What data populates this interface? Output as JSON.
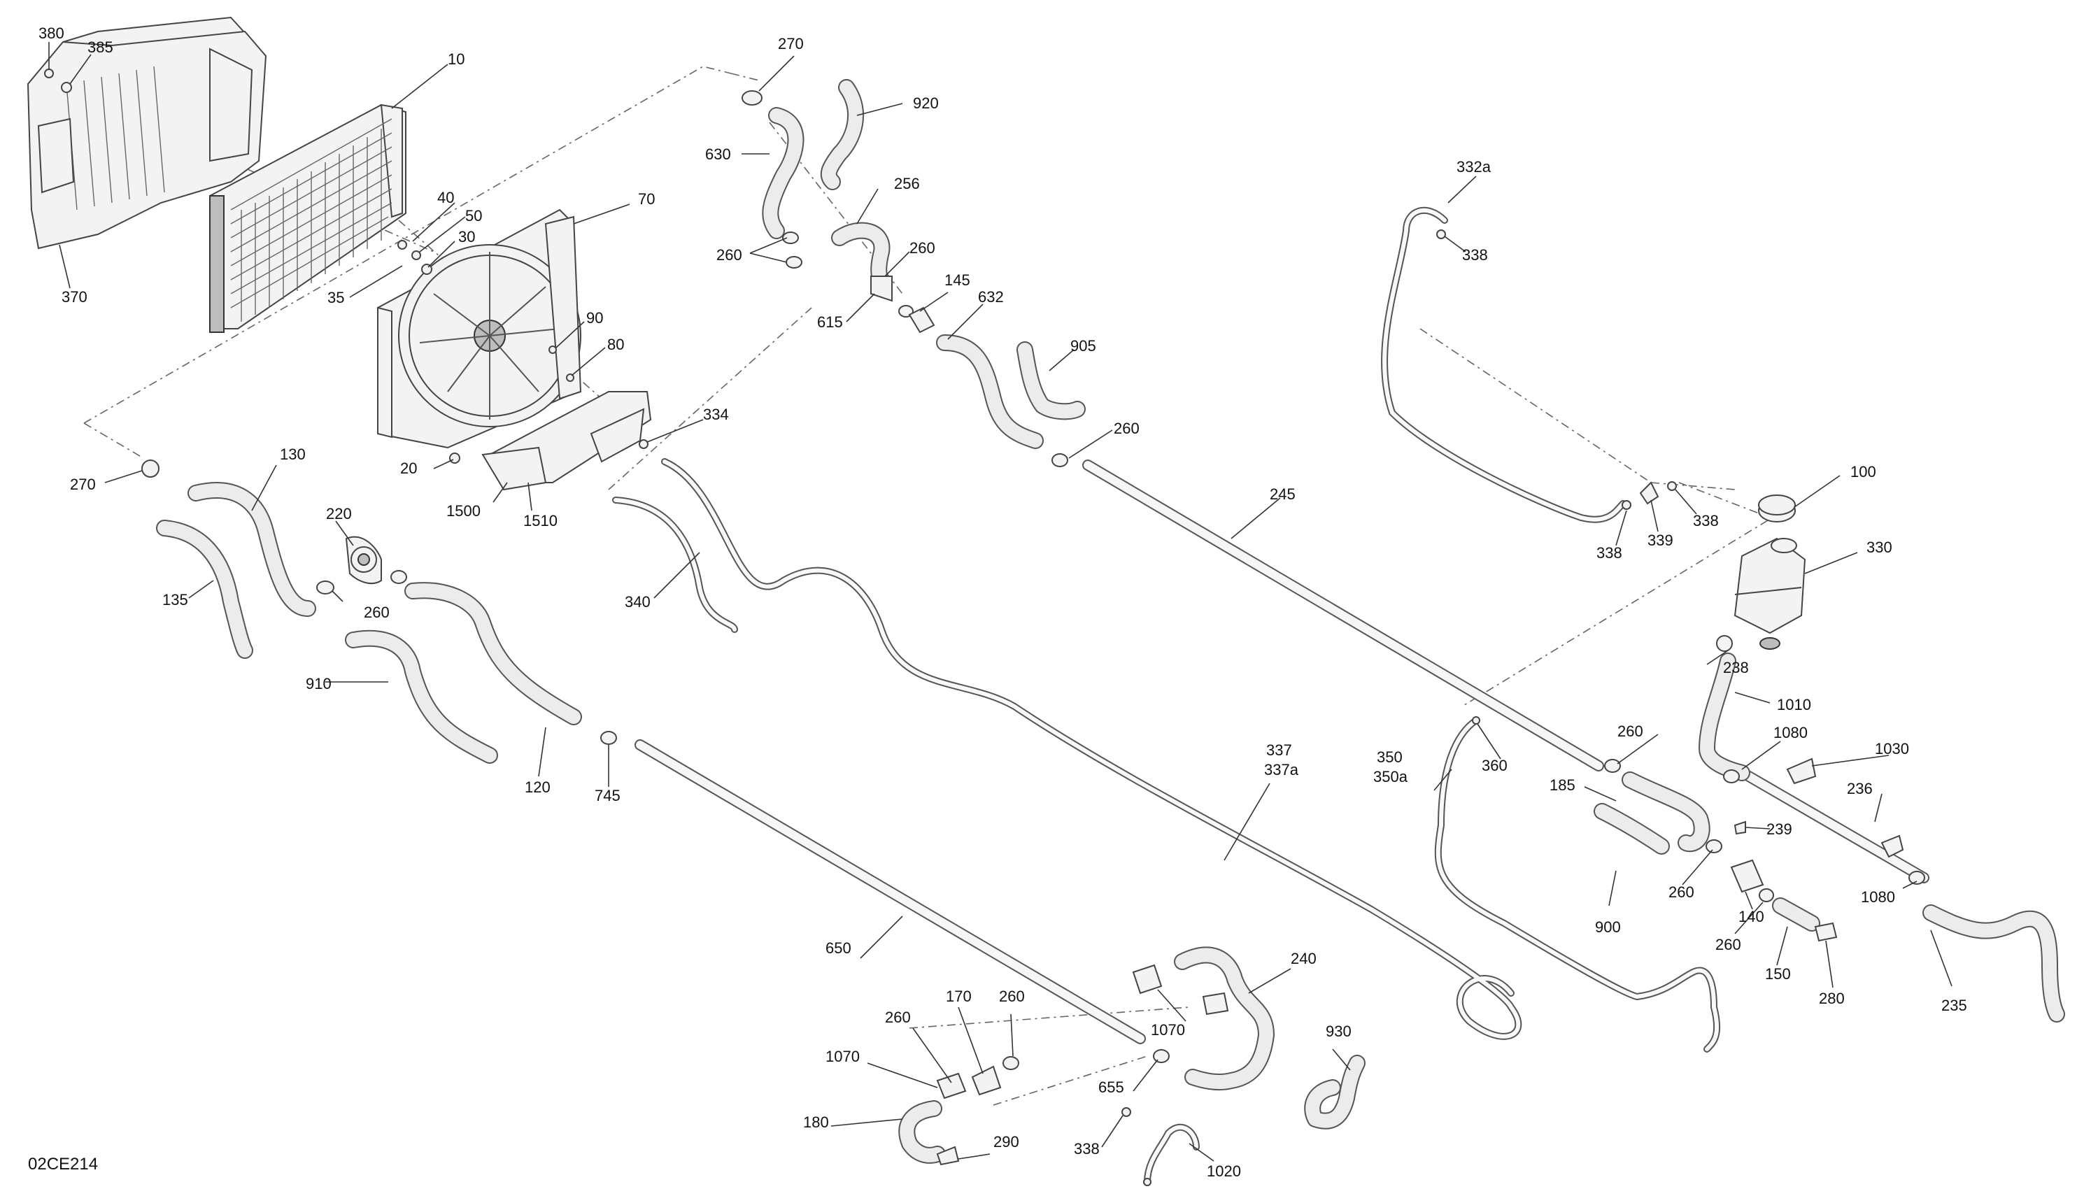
{
  "diagram": {
    "reference_code": "02CE214",
    "callouts": [
      {
        "id": "c380",
        "label": "380"
      },
      {
        "id": "c385",
        "label": "385"
      },
      {
        "id": "c10",
        "label": "10"
      },
      {
        "id": "c370",
        "label": "370"
      },
      {
        "id": "c40",
        "label": "40"
      },
      {
        "id": "c50",
        "label": "50"
      },
      {
        "id": "c30",
        "label": "30"
      },
      {
        "id": "c35",
        "label": "35"
      },
      {
        "id": "c70",
        "label": "70"
      },
      {
        "id": "c90",
        "label": "90"
      },
      {
        "id": "c80",
        "label": "80"
      },
      {
        "id": "c20",
        "label": "20"
      },
      {
        "id": "c1500",
        "label": "1500"
      },
      {
        "id": "c1510",
        "label": "1510"
      },
      {
        "id": "c334",
        "label": "334"
      },
      {
        "id": "c270a",
        "label": "270"
      },
      {
        "id": "c130",
        "label": "130"
      },
      {
        "id": "c220",
        "label": "220"
      },
      {
        "id": "c135",
        "label": "135"
      },
      {
        "id": "c260a",
        "label": "260"
      },
      {
        "id": "c910",
        "label": "910"
      },
      {
        "id": "c120",
        "label": "120"
      },
      {
        "id": "c745",
        "label": "745"
      },
      {
        "id": "c340",
        "label": "340"
      },
      {
        "id": "c270b",
        "label": "270"
      },
      {
        "id": "c920",
        "label": "920"
      },
      {
        "id": "c630",
        "label": "630"
      },
      {
        "id": "c256",
        "label": "256"
      },
      {
        "id": "c260b",
        "label": "260"
      },
      {
        "id": "c260c",
        "label": "260"
      },
      {
        "id": "c145",
        "label": "145"
      },
      {
        "id": "c615",
        "label": "615"
      },
      {
        "id": "c632",
        "label": "632"
      },
      {
        "id": "c905",
        "label": "905"
      },
      {
        "id": "c260d",
        "label": "260"
      },
      {
        "id": "c245",
        "label": "245"
      },
      {
        "id": "c332a",
        "label": "332a"
      },
      {
        "id": "c338a",
        "label": "338"
      },
      {
        "id": "c100",
        "label": "100"
      },
      {
        "id": "c338b",
        "label": "338"
      },
      {
        "id": "c339",
        "label": "339"
      },
      {
        "id": "c338c",
        "label": "338"
      },
      {
        "id": "c330",
        "label": "330"
      },
      {
        "id": "c238",
        "label": "238"
      },
      {
        "id": "c1010",
        "label": "1010"
      },
      {
        "id": "c1080a",
        "label": "1080"
      },
      {
        "id": "c1030",
        "label": "1030"
      },
      {
        "id": "c236",
        "label": "236"
      },
      {
        "id": "c239",
        "label": "239"
      },
      {
        "id": "c1080b",
        "label": "1080"
      },
      {
        "id": "c337",
        "label": "337"
      },
      {
        "id": "c337a",
        "label": "337a"
      },
      {
        "id": "c350",
        "label": "350"
      },
      {
        "id": "c350a",
        "label": "350a"
      },
      {
        "id": "c360",
        "label": "360"
      },
      {
        "id": "c260e",
        "label": "260"
      },
      {
        "id": "c185",
        "label": "185"
      },
      {
        "id": "c260f",
        "label": "260"
      },
      {
        "id": "c900",
        "label": "900"
      },
      {
        "id": "c140",
        "label": "140"
      },
      {
        "id": "c260g",
        "label": "260"
      },
      {
        "id": "c150",
        "label": "150"
      },
      {
        "id": "c280",
        "label": "280"
      },
      {
        "id": "c235",
        "label": "235"
      },
      {
        "id": "c650",
        "label": "650"
      },
      {
        "id": "c240",
        "label": "240"
      },
      {
        "id": "c1070a",
        "label": "1070"
      },
      {
        "id": "c260h",
        "label": "260"
      },
      {
        "id": "c170",
        "label": "170"
      },
      {
        "id": "c260i",
        "label": "260"
      },
      {
        "id": "c1070b",
        "label": "1070"
      },
      {
        "id": "c655",
        "label": "655"
      },
      {
        "id": "c930",
        "label": "930"
      },
      {
        "id": "c180",
        "label": "180"
      },
      {
        "id": "c290",
        "label": "290"
      },
      {
        "id": "c338d",
        "label": "338"
      },
      {
        "id": "c1020",
        "label": "1020"
      }
    ]
  }
}
